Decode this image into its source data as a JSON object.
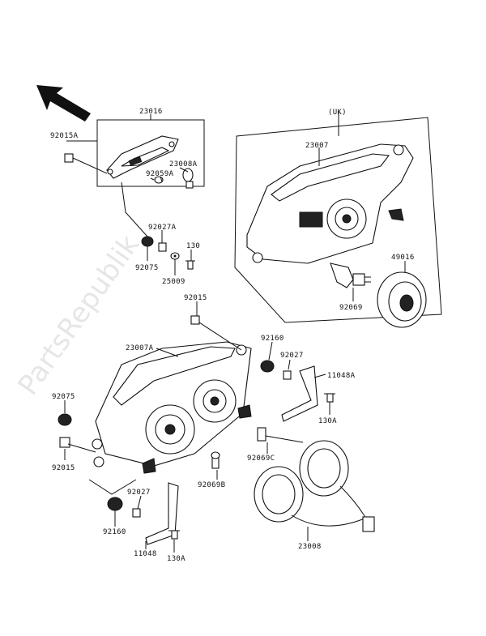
{
  "watermark": "PartsRepublik",
  "labels": {
    "p23016": "23016",
    "p92015a": "92015A",
    "p23008a": "23008A",
    "p92059a": "92059A",
    "p92027a": "92027A",
    "p130_top": "130",
    "p92075_top": "92075",
    "p25009": "25009",
    "uk": "(UK)",
    "p23007": "23007",
    "p49016": "49016",
    "p92069": "92069",
    "p92015": "92015",
    "p23007a": "23007A",
    "p92160_top": "92160",
    "p92027_top": "92027",
    "p11048a": "11048A",
    "p130a_top": "130A",
    "p92075_left": "92075",
    "p92015_left": "92015",
    "p92069c": "92069C",
    "p92069b": "92069B",
    "p92027_bottom": "92027",
    "p92160_bottom": "92160",
    "p11048": "11048",
    "p130a_bottom": "130A",
    "p23008": "23008"
  }
}
